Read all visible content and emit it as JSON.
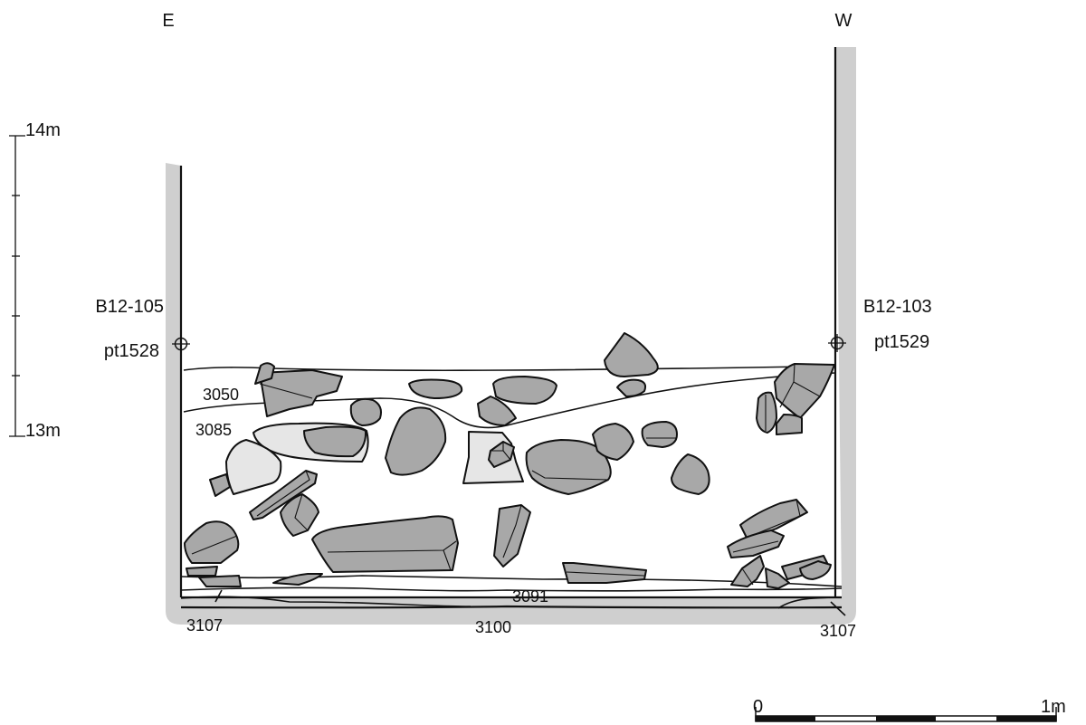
{
  "orientation": {
    "left": "E",
    "right": "W"
  },
  "elevation_scale": {
    "top_label": "14m",
    "bottom_label": "13m"
  },
  "reference_points": {
    "left": {
      "code": "B12-105",
      "point": "pt1528"
    },
    "right": {
      "code": "B12-103",
      "point": "pt1529"
    }
  },
  "contexts": {
    "c3050": "3050",
    "c3085": "3085",
    "c3091": "3091",
    "c3100": "3100",
    "c3107_left": "3107",
    "c3107_right": "3107"
  },
  "scale_bar": {
    "start_label": "0",
    "end_label": "1m"
  },
  "colors": {
    "stone": "#a8a8a8",
    "pale_stone": "#e6e6e6",
    "trench_wall": "#cfcfcf",
    "line": "#111111"
  }
}
